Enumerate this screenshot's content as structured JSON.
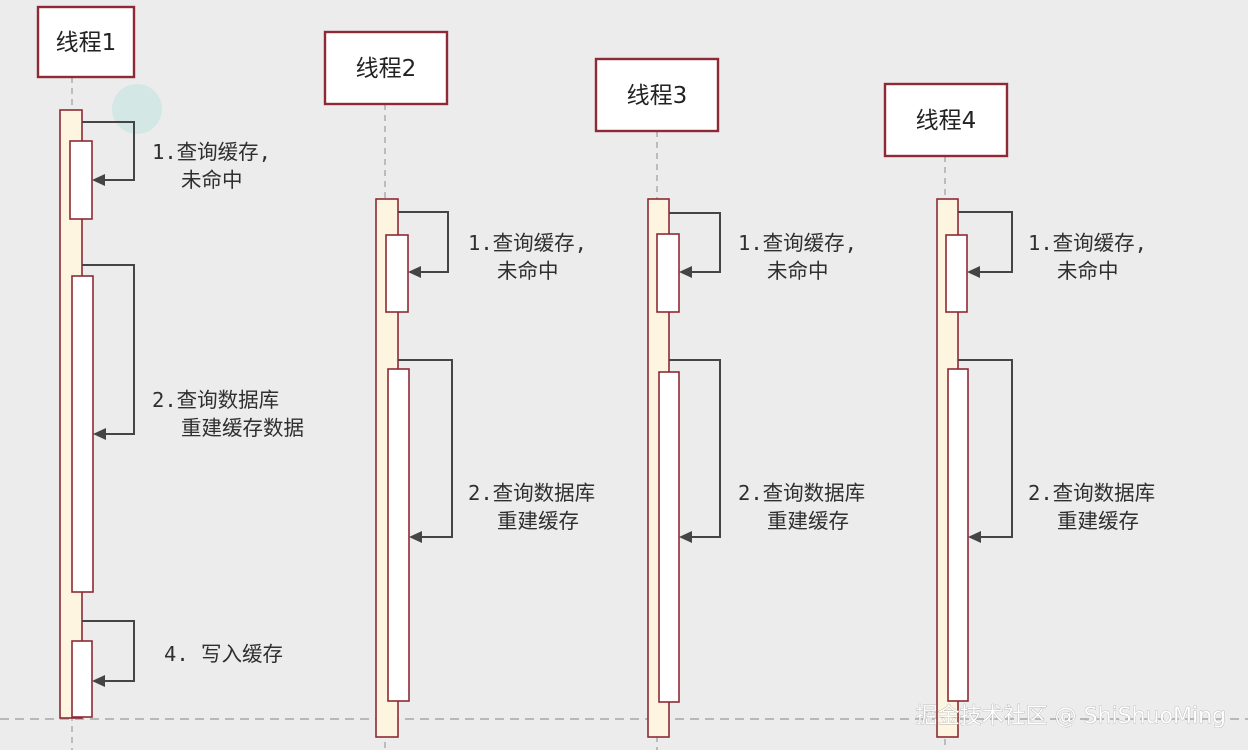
{
  "threads": [
    {
      "name": "线程1",
      "steps": [
        [
          "1.查询缓存,",
          "未命中"
        ],
        [
          "2.查询数据库",
          "重建缓存数据"
        ],
        [
          "4. 写入缓存"
        ]
      ]
    },
    {
      "name": "线程2",
      "steps": [
        [
          "1.查询缓存,",
          "未命中"
        ],
        [
          "2.查询数据库",
          "重建缓存"
        ]
      ]
    },
    {
      "name": "线程3",
      "steps": [
        [
          "1.查询缓存,",
          "未命中"
        ],
        [
          "2.查询数据库",
          "重建缓存"
        ]
      ]
    },
    {
      "name": "线程4",
      "steps": [
        [
          "1.查询缓存,",
          "未命中"
        ],
        [
          "2.查询数据库",
          "重建缓存"
        ]
      ]
    }
  ],
  "watermark": "掘金技术社区 @ ShiShuoMing",
  "colors": {
    "border": "#8e2a35",
    "activation_fill": "#fdf5df",
    "arrow": "#454545",
    "background": "#ececec"
  }
}
